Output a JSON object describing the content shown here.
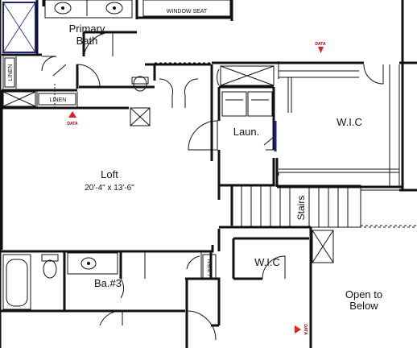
{
  "plan": {
    "rooms": {
      "primary_bath": [
        "Primary",
        "Bath"
      ],
      "window_seat": "WINDOW SEAT",
      "linen_1": "LINEN",
      "linen_2": "LINEN",
      "linen_3": "LINEN",
      "laundry": "Laun.",
      "wic_main": "W.I.C",
      "loft_name": "Loft",
      "loft_size": "20'-4\" x 13'-6\"",
      "stairs": "Stairs",
      "wic_small": "W.I.C",
      "bath_3": "Ba.#3",
      "open_to_below": [
        "Open to",
        "Below"
      ]
    },
    "markers": [
      "DATA",
      "DATA",
      "DATA"
    ],
    "colors": {
      "wall": "#111111",
      "blue_fixture": "#1a237e",
      "data_marker": "#e02020"
    }
  }
}
